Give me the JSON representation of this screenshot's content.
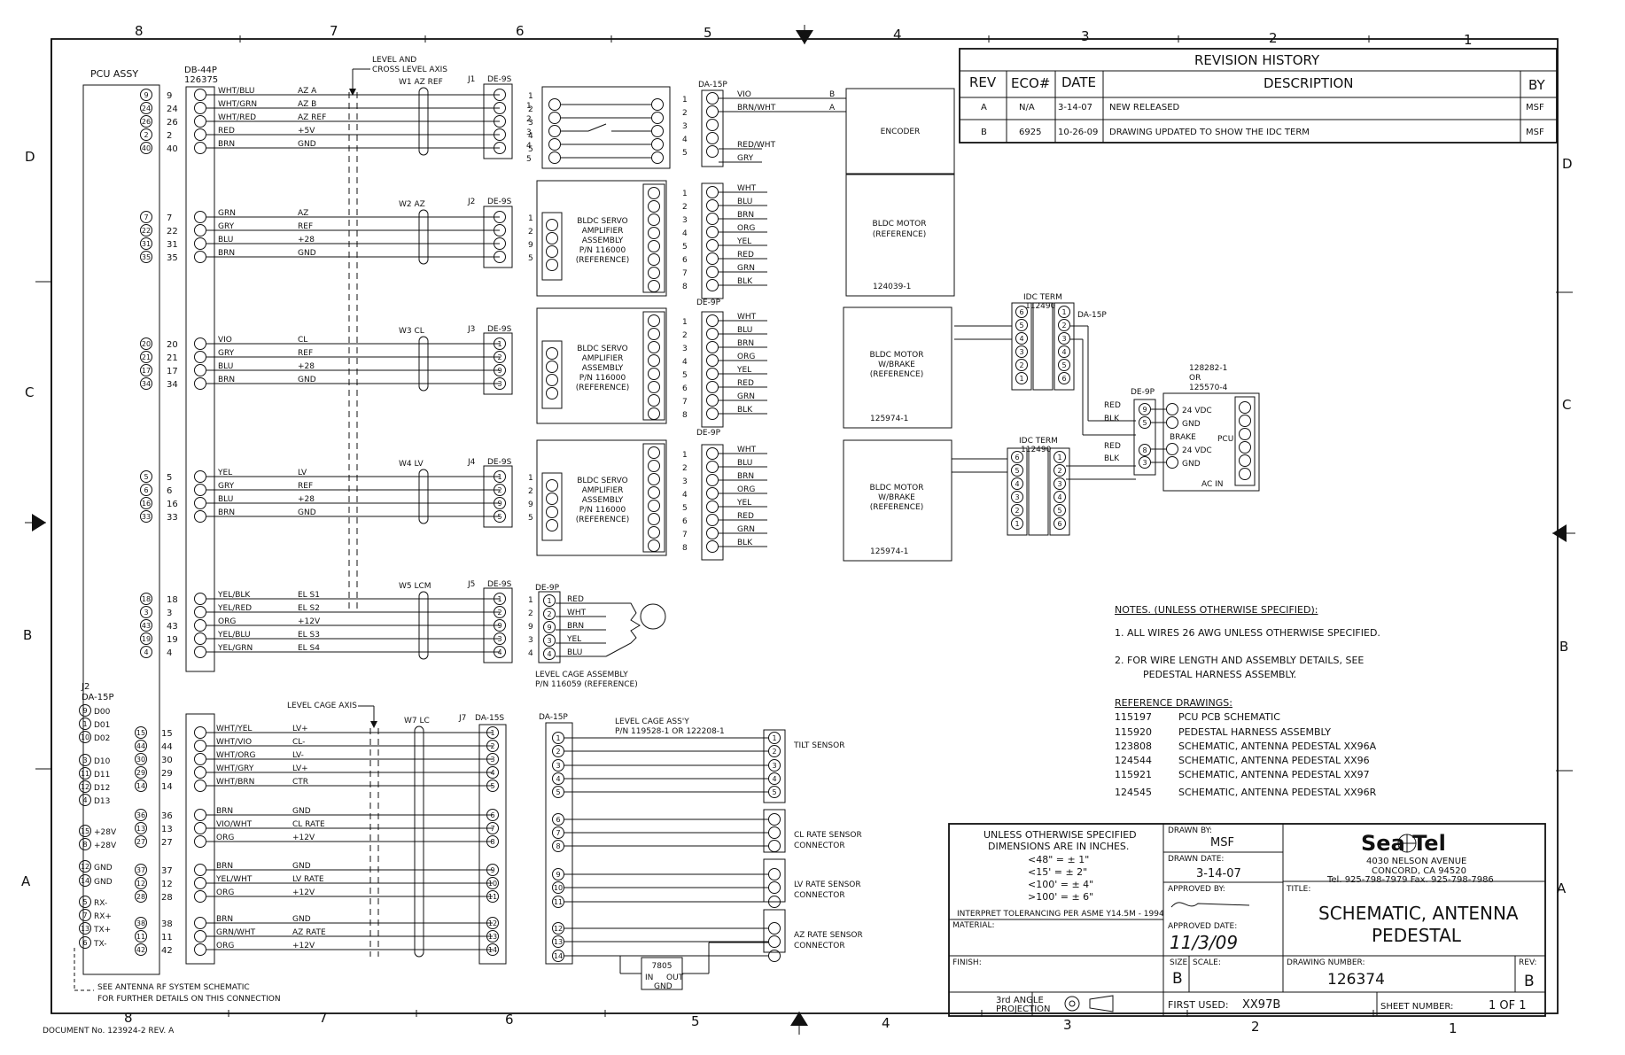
{
  "border": {
    "top_zones": [
      "8",
      "7",
      "6",
      "5",
      "4",
      "3",
      "2",
      "1"
    ],
    "bottom_zones": [
      "8",
      "7",
      "6",
      "5",
      "4",
      "3",
      "2",
      "1"
    ],
    "left_zones": [
      "D",
      "C",
      "B",
      "A"
    ],
    "right_zones": [
      "D",
      "C",
      "B",
      "A"
    ]
  },
  "pcu": {
    "title": "PCU ASSY",
    "conn_label": "DB-44P",
    "conn_part": "126375",
    "j2_label": "J2",
    "j2_type": "DA-15P",
    "j2_pins": [
      {
        "pin": "9",
        "sig": "D00"
      },
      {
        "pin": "1",
        "sig": "D01"
      },
      {
        "pin": "10",
        "sig": "D02"
      },
      {
        "pin": "3",
        "sig": "D10"
      },
      {
        "pin": "11",
        "sig": "D11"
      },
      {
        "pin": "12",
        "sig": "D12"
      },
      {
        "pin": "4",
        "sig": "D13"
      },
      {
        "pin": "15",
        "sig": "+28V"
      },
      {
        "pin": "8",
        "sig": "+28V"
      },
      {
        "pin": "12",
        "sig": "GND"
      },
      {
        "pin": "14",
        "sig": "GND"
      },
      {
        "pin": "5",
        "sig": "RX-"
      },
      {
        "pin": "7",
        "sig": "RX+"
      },
      {
        "pin": "13",
        "sig": "TX+"
      },
      {
        "pin": "6",
        "sig": "TX-"
      }
    ],
    "note_line1": "SEE ANTENNA RF SYSTEM SCHEMATIC",
    "note_line2": "FOR FURTHER DETAILS ON THIS CONNECTION"
  },
  "axis_label_1": "LEVEL AND",
  "axis_label_2": "CROSS LEVEL AXIS",
  "cage_axis_label": "LEVEL CAGE AXIS",
  "groups": [
    {
      "cable": "W1 AZ REF",
      "jack": "J1",
      "jtype": "DE-9S",
      "rows": [
        [
          "9",
          "9",
          "WHT/BLU",
          "AZ A"
        ],
        [
          "24",
          "24",
          "WHT/GRN",
          "AZ B"
        ],
        [
          "26",
          "26",
          "WHT/RED",
          "AZ REF"
        ],
        [
          "2",
          "2",
          "RED",
          "+5V"
        ],
        [
          "40",
          "40",
          "BRN",
          "GND"
        ]
      ],
      "jpins": [
        "1",
        "2",
        "3",
        "4",
        "5"
      ]
    },
    {
      "cable": "W2 AZ",
      "jack": "J2",
      "jtype": "DE-9S",
      "rows": [
        [
          "7",
          "7",
          "GRN",
          "AZ"
        ],
        [
          "22",
          "22",
          "GRY",
          "REF"
        ],
        [
          "31",
          "31",
          "BLU",
          "+28"
        ],
        [
          "35",
          "35",
          "BRN",
          "GND"
        ]
      ],
      "jpins": [
        "1",
        "2",
        "9",
        "5"
      ]
    },
    {
      "cable": "W3 CL",
      "jack": "J3",
      "jtype": "DE-9S",
      "rows": [
        [
          "20",
          "20",
          "VIO",
          "CL"
        ],
        [
          "21",
          "21",
          "GRY",
          "REF"
        ],
        [
          "17",
          "17",
          "BLU",
          "+28"
        ],
        [
          "34",
          "34",
          "BRN",
          "GND"
        ]
      ],
      "jpins": [
        "1",
        "2",
        "9",
        "3"
      ]
    },
    {
      "cable": "W4 LV",
      "jack": "J4",
      "jtype": "DE-9S",
      "rows": [
        [
          "5",
          "5",
          "YEL",
          "LV"
        ],
        [
          "6",
          "6",
          "GRY",
          "REF"
        ],
        [
          "16",
          "16",
          "BLU",
          "+28"
        ],
        [
          "33",
          "33",
          "BRN",
          "GND"
        ]
      ],
      "jpins": [
        "1",
        "2",
        "9",
        "5"
      ]
    },
    {
      "cable": "W5 LCM",
      "jack": "J5",
      "jtype": "DE-9S",
      "rows": [
        [
          "18",
          "18",
          "YEL/BLK",
          "EL S1"
        ],
        [
          "3",
          "3",
          "YEL/RED",
          "EL S2"
        ],
        [
          "43",
          "43",
          "ORG",
          "+12V"
        ],
        [
          "19",
          "19",
          "YEL/BLU",
          "EL S3"
        ],
        [
          "4",
          "4",
          "YEL/GRN",
          "EL S4"
        ]
      ],
      "jpins": [
        "1",
        "2",
        "9",
        "3",
        "4"
      ]
    }
  ],
  "w7": {
    "cable": "W7 LC",
    "jack": "J7",
    "jtype": "DA-15S",
    "rows": [
      [
        "15",
        "15",
        "WHT/YEL",
        "LV+"
      ],
      [
        "44",
        "44",
        "WHT/VIO",
        "CL-"
      ],
      [
        "30",
        "30",
        "WHT/ORG",
        "LV-"
      ],
      [
        "29",
        "29",
        "WHT/GRY",
        "LV+"
      ],
      [
        "14",
        "14",
        "WHT/BRN",
        "CTR"
      ],
      [
        "36",
        "36",
        "BRN",
        "GND"
      ],
      [
        "13",
        "13",
        "VIO/WHT",
        "CL RATE"
      ],
      [
        "27",
        "27",
        "ORG",
        "+12V"
      ],
      [
        "37",
        "37",
        "BRN",
        "GND"
      ],
      [
        "12",
        "12",
        "YEL/WHT",
        "LV RATE"
      ],
      [
        "28",
        "28",
        "ORG",
        "+12V"
      ],
      [
        "38",
        "38",
        "BRN",
        "GND"
      ],
      [
        "11",
        "11",
        "GRN/WHT",
        "AZ RATE"
      ],
      [
        "42",
        "42",
        "ORG",
        "+12V"
      ]
    ],
    "jpins": [
      "1",
      "2",
      "3",
      "4",
      "5",
      "6",
      "7",
      "8",
      "9",
      "10",
      "11",
      "12",
      "13",
      "14"
    ]
  },
  "switch_pins": [
    "1",
    "2",
    "3",
    "4",
    "5"
  ],
  "amp": {
    "line1": "BLDC SERVO",
    "line2": "AMPLIFIER",
    "line3": "ASSEMBLY",
    "line4": "P/N 116000",
    "line5": "(REFERENCE)",
    "pins": [
      "1",
      "2",
      "9",
      "5"
    ]
  },
  "da15p": "DA-15P",
  "de9p": "DE-9P",
  "encoder": {
    "label": "ENCODER",
    "pins": [
      "1",
      "2",
      "3",
      "4",
      "5"
    ],
    "wires": [
      "VIO",
      "BRN/WHT",
      "",
      "RED/WHT",
      "GRY"
    ],
    "ends": [
      "B",
      "A",
      "",
      "",
      ""
    ]
  },
  "motor_az": {
    "line1": "BLDC MOTOR",
    "line2": "(REFERENCE)",
    "part": "124039-1",
    "pins": [
      "1",
      "2",
      "3",
      "4",
      "5",
      "6",
      "7",
      "8"
    ],
    "wires": [
      "WHT",
      "BLU",
      "BRN",
      "ORG",
      "YEL",
      "RED",
      "GRN",
      "BLK"
    ]
  },
  "motor_cl": {
    "line1": "BLDC MOTOR",
    "line2": "W/BRAKE",
    "line3": "(REFERENCE)",
    "part": "125974-1",
    "pins": [
      "1",
      "2",
      "3",
      "4",
      "5",
      "6",
      "7",
      "8"
    ],
    "wires": [
      "WHT",
      "BLU",
      "BRN",
      "ORG",
      "YEL",
      "RED",
      "GRN",
      "BLK"
    ]
  },
  "motor_lv": {
    "line1": "BLDC MOTOR",
    "line2": "W/BRAKE",
    "line3": "(REFERENCE)",
    "part": "125974-1",
    "pins": [
      "1",
      "2",
      "3",
      "4",
      "5",
      "6",
      "7",
      "8"
    ],
    "wires": [
      "WHT",
      "BLU",
      "BRN",
      "ORG",
      "YEL",
      "RED",
      "GRN",
      "BLK"
    ]
  },
  "idc1": {
    "label": "IDC TERM",
    "part": "112490",
    "left": [
      "6",
      "5",
      "4",
      "3",
      "2",
      "1"
    ],
    "right": [
      "1",
      "2",
      "3",
      "4",
      "5",
      "6"
    ]
  },
  "idc2": {
    "label": "IDC TERM",
    "part": "112490",
    "left": [
      "6",
      "5",
      "4",
      "3",
      "2",
      "1"
    ],
    "right": [
      "1",
      "2",
      "3",
      "4",
      "5",
      "6"
    ]
  },
  "brake_conn": {
    "label": "DA-15P"
  },
  "de9p_brake": {
    "label": "DE-9P",
    "pins": [
      "9",
      "5",
      "8",
      "3"
    ],
    "wires": [
      "RED",
      "BLK",
      "RED",
      "BLK"
    ]
  },
  "pcu_supply": {
    "part1": "128282-1",
    "or": "OR",
    "part2": "125570-4",
    "l1": "24 VDC",
    "l2": "GND",
    "l3": "BRAKE",
    "l4": "24 VDC",
    "l5": "GND",
    "pcu": "PCU",
    "acin": "AC IN"
  },
  "lcm": {
    "label": "DE-9P",
    "pins": [
      "1",
      "2",
      "9",
      "3",
      "4"
    ],
    "wires": [
      "RED",
      "WHT",
      "BRN",
      "YEL",
      "BLU"
    ],
    "asm1": "LEVEL CAGE ASSEMBLY",
    "asm2": "P/N 116059 (REFERENCE)"
  },
  "cage": {
    "conn": "DA-15P",
    "asm1": "LEVEL CAGE ASS'Y",
    "asm2": "P/N 119528-1 OR 122208-1",
    "pins": [
      "1",
      "2",
      "3",
      "4",
      "5",
      "6",
      "7",
      "8",
      "9",
      "10",
      "11",
      "12",
      "13",
      "14"
    ],
    "tilt": "TILT SENSOR",
    "tilt_pins": [
      "1",
      "2",
      "3",
      "4",
      "5"
    ],
    "cl1": "CL RATE SENSOR",
    "cl2": "CONNECTOR",
    "lv1": "LV RATE SENSOR",
    "lv2": "CONNECTOR",
    "az1": "AZ RATE SENSOR",
    "az2": "CONNECTOR",
    "reg": "7805",
    "reg_in": "IN",
    "reg_out": "OUT",
    "reg_gnd": "GND"
  },
  "revision": {
    "title": "REVISION HISTORY",
    "headers": [
      "REV",
      "ECO#",
      "DATE",
      "DESCRIPTION",
      "BY"
    ],
    "rows": [
      [
        "A",
        "N/A",
        "3-14-07",
        "NEW RELEASED",
        "MSF"
      ],
      [
        "B",
        "6925",
        "10-26-09",
        "DRAWING UPDATED TO SHOW THE IDC TERM",
        "MSF"
      ]
    ]
  },
  "notes": {
    "title": "NOTES. (UNLESS OTHERWISE SPECIFIED):",
    "n1": "1.   ALL WIRES 26 AWG UNLESS OTHERWISE SPECIFIED.",
    "n2a": "2.   FOR WIRE LENGTH AND ASSEMBLY DETAILS, SEE",
    "n2b": "PEDESTAL HARNESS ASSEMBLY."
  },
  "references": {
    "title": "REFERENCE DRAWINGS:",
    "rows": [
      [
        "115197",
        "PCU PCB SCHEMATIC"
      ],
      [
        "115920",
        "PEDESTAL HARNESS ASSEMBLY"
      ],
      [
        "123808",
        "SCHEMATIC, ANTENNA PEDESTAL XX96A"
      ],
      [
        "124544",
        "SCHEMATIC, ANTENNA PEDESTAL XX96"
      ],
      [
        "115921",
        "SCHEMATIC, ANTENNA PEDESTAL XX97"
      ],
      [
        "124545",
        "SCHEMATIC, ANTENNA PEDESTAL XX96R"
      ]
    ]
  },
  "title_block": {
    "tol1": "UNLESS OTHERWISE SPECIFIED",
    "tol2": "DIMENSIONS ARE IN INCHES.",
    "tol3": "<48\"  = ± 1\"",
    "tol4": "<15'  = ± 2\"",
    "tol5": "<100' = ± 4\"",
    "tol6": ">100' = ± 6\"",
    "tol7": "INTERPRET TOLERANCING PER ASME Y14.5M - 1994",
    "material": "MATERIAL:",
    "finish": "FINISH:",
    "drawn_by_label": "DRAWN BY:",
    "drawn_by": "MSF",
    "drawn_date_label": "DRAWN DATE:",
    "drawn_date": "3-14-07",
    "approved_by_label": "APPROVED BY:",
    "approved_date_label": "APPROVED DATE:",
    "approved_date": "11/3/09",
    "company": "Sea Tel",
    "addr1": "4030 NELSON AVENUE",
    "addr2": "CONCORD, CA 94520",
    "addr3": "Tel. 925-798-7979  Fax. 925-798-7986",
    "title_label": "TITLE:",
    "title1": "SCHEMATIC, ANTENNA",
    "title2": "PEDESTAL",
    "size_label": "SIZE",
    "size": "B",
    "scale_label": "SCALE:",
    "dwg_label": "DRAWING NUMBER:",
    "dwg": "126374",
    "rev_label": "REV:",
    "rev": "B",
    "proj1": "3rd ANGLE",
    "proj2": "PROJECTION",
    "first_used_label": "FIRST USED:",
    "first_used": "XX97B",
    "sheet_label": "SHEET NUMBER:",
    "sheet": "1  OF  1"
  },
  "doc_number": "DOCUMENT No. 123924-2  REV. A"
}
